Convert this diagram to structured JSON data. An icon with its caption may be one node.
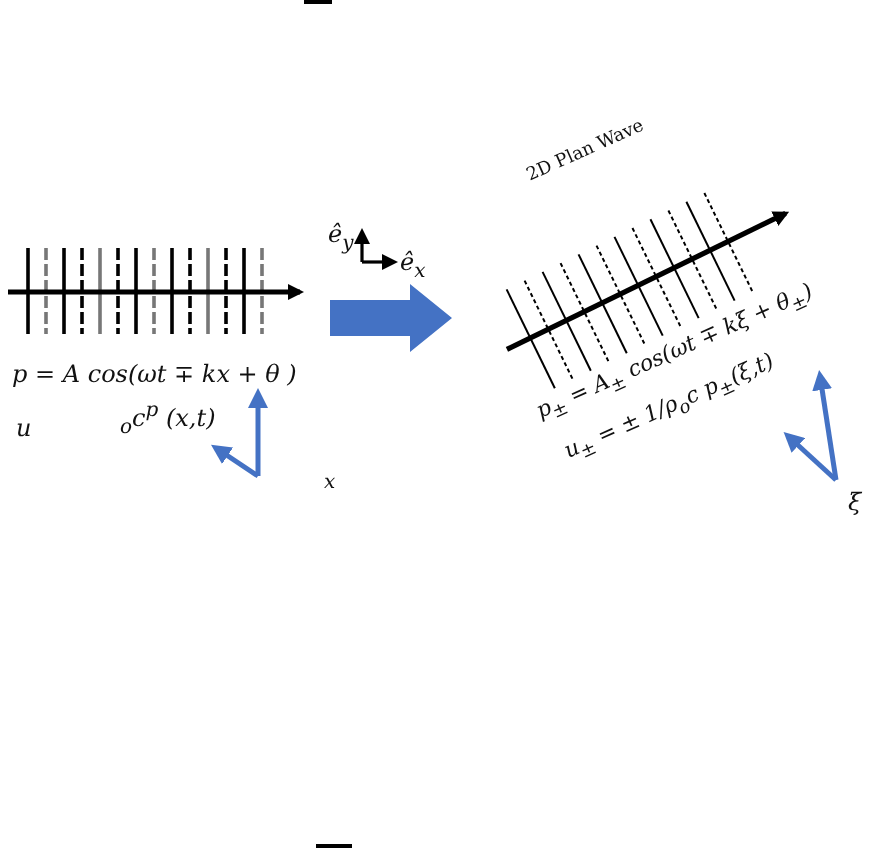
{
  "diagram": {
    "labels": [
      "2D Plan Wave",
      "ê$_{y}$",
      "ê$_{x}$",
      "p = A cos(ωt ∓ kx + θ )",
      "p$_{±}$ = A$_{±}$ cos(ωt ∓ kξ + θ$_{±}$)",
      "u$_{±}$ = ± 1/ρ$_{o}$c p$_{±}$(ξ,t)",
      "u",
      "$_{o}$c$^{p}$ (x,t)",
      "ξ",
      "x"
    ]
  }
}
